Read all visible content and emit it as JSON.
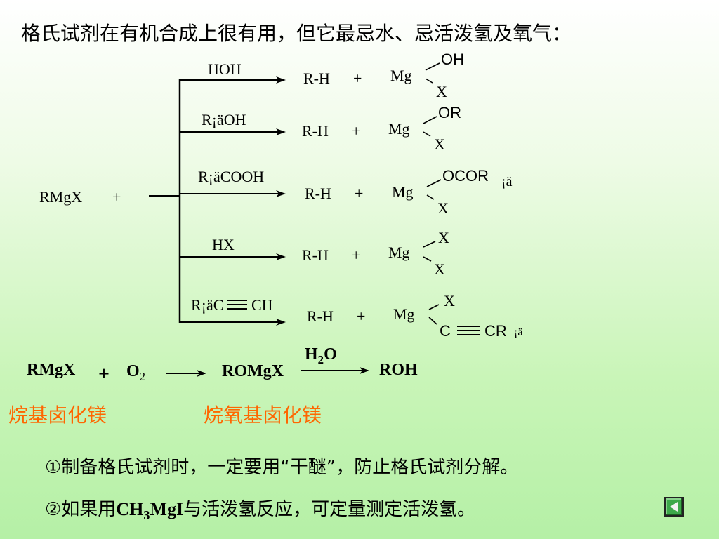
{
  "title": "格氏试剂在有机合成上很有用，但它最忌水、忌活泼氢及氧气：",
  "reactant": "RMgX",
  "plus": "+",
  "rh": "R-H",
  "mg": "Mg",
  "reagents": {
    "r1": "HOH",
    "r2": "R¡äOH",
    "r3": "R¡äCOOH",
    "r4": "HX",
    "r5a": "R¡äC",
    "r5b": "CH"
  },
  "substituents": {
    "s1_top": "OH",
    "s1_bot": "X",
    "s2_top": "OR",
    "s2_bot": "X",
    "s3_top": "OCOR",
    "s3_mark": "¡ä",
    "s3_bot": "X",
    "s4_top": "X",
    "s4_bot": "X",
    "s5_top": "X",
    "s5_bot_c": "C",
    "s5_bot_cr": "CR",
    "s5_bot_mark": "¡ä"
  },
  "oxygen_eq": {
    "reactant": "RMgX",
    "plus": "+",
    "o": "O",
    "o_sub": "2",
    "middle": "ROMgX",
    "h2o_h": "H",
    "h2o_sub": "2",
    "h2o_o": "O",
    "product": "ROH",
    "label_left": "烷基卤化镁",
    "label_right": "烷氧基卤化镁"
  },
  "notes": {
    "n1": "①制备格氏试剂时，一定要用“干醚”，防止格氏试剂分解。",
    "n2_pre": "②如果用",
    "n2_ch": "CH",
    "n2_sub": "3",
    "n2_mgi": "MgI",
    "n2_post": "与活泼氢反应，可定量测定活泼氢。"
  },
  "nav": {
    "icon": "back-arrow-icon"
  }
}
